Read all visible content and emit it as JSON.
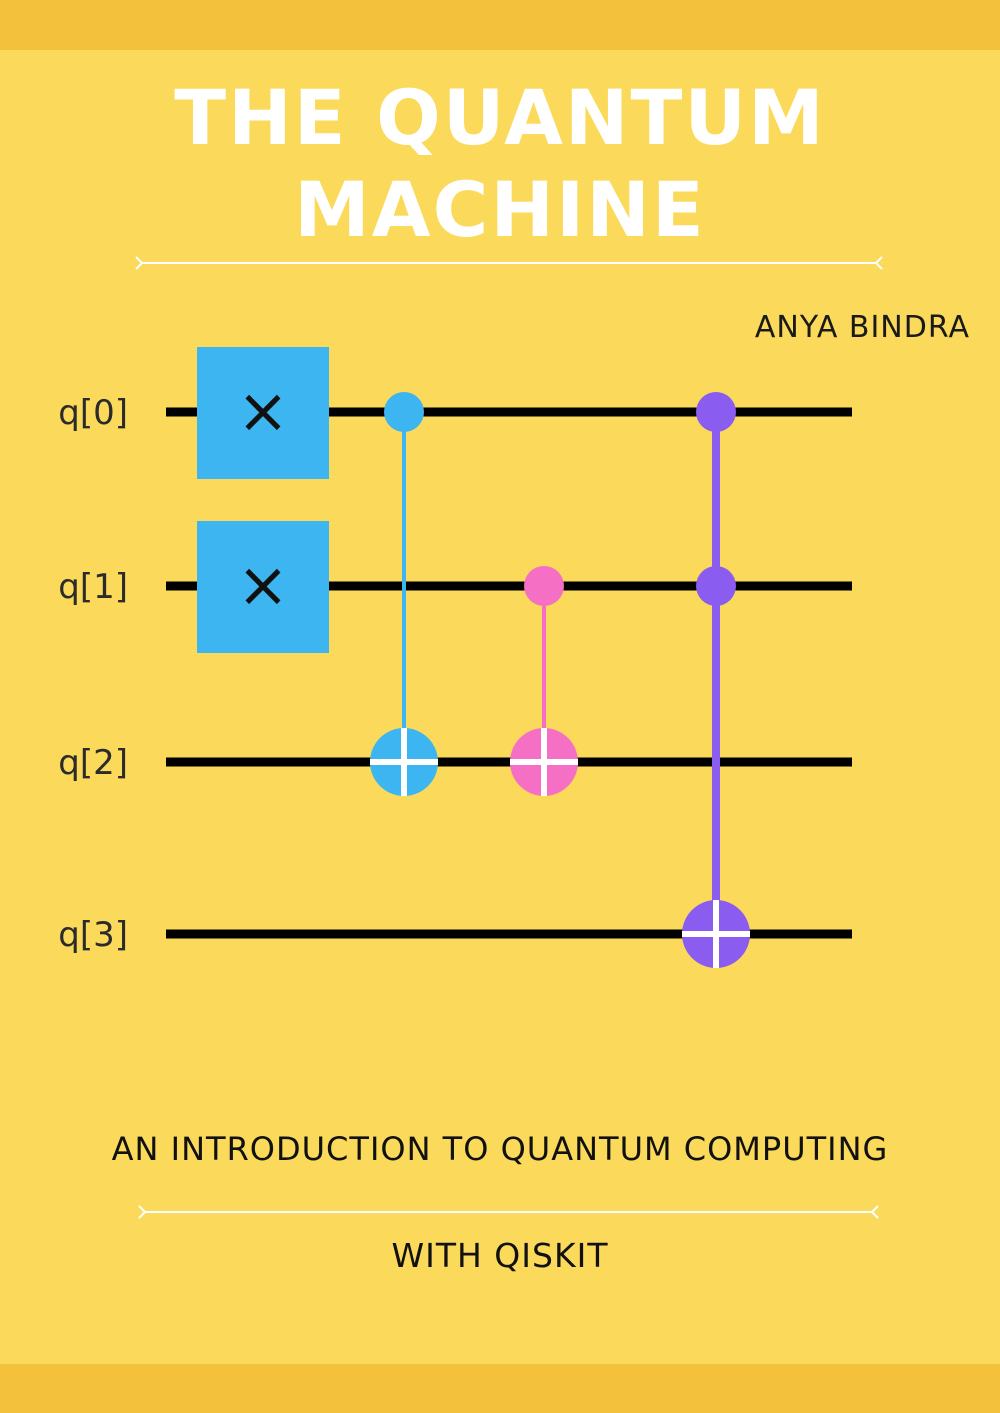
{
  "title": {
    "line1": "THE QUANTUM",
    "line2": "MACHINE"
  },
  "author": "ANYA BINDRA",
  "subtitle": {
    "line1": "AN INTRODUCTION TO QUANTUM COMPUTING",
    "line2": "WITH QISKIT"
  },
  "circuit": {
    "qubits": [
      "q[0]",
      "q[1]",
      "q[2]",
      "q[3]"
    ],
    "gates": [
      {
        "type": "X",
        "qubit": 0,
        "step": 0,
        "symbol": "×"
      },
      {
        "type": "X",
        "qubit": 1,
        "step": 0,
        "symbol": "×"
      },
      {
        "type": "CNOT",
        "controls": [
          0
        ],
        "target": 2,
        "step": 1,
        "color": "#3db5f0"
      },
      {
        "type": "CNOT",
        "controls": [
          1
        ],
        "target": 2,
        "step": 2,
        "color": "#f56fc5"
      },
      {
        "type": "TOFFOLI",
        "controls": [
          0,
          1
        ],
        "target": 3,
        "step": 3,
        "color": "#8b5cf0"
      }
    ]
  },
  "colors": {
    "background": "#fbd95a",
    "band": "#f4c13d",
    "x_gate": "#3db5f0",
    "wire": "#000000"
  }
}
